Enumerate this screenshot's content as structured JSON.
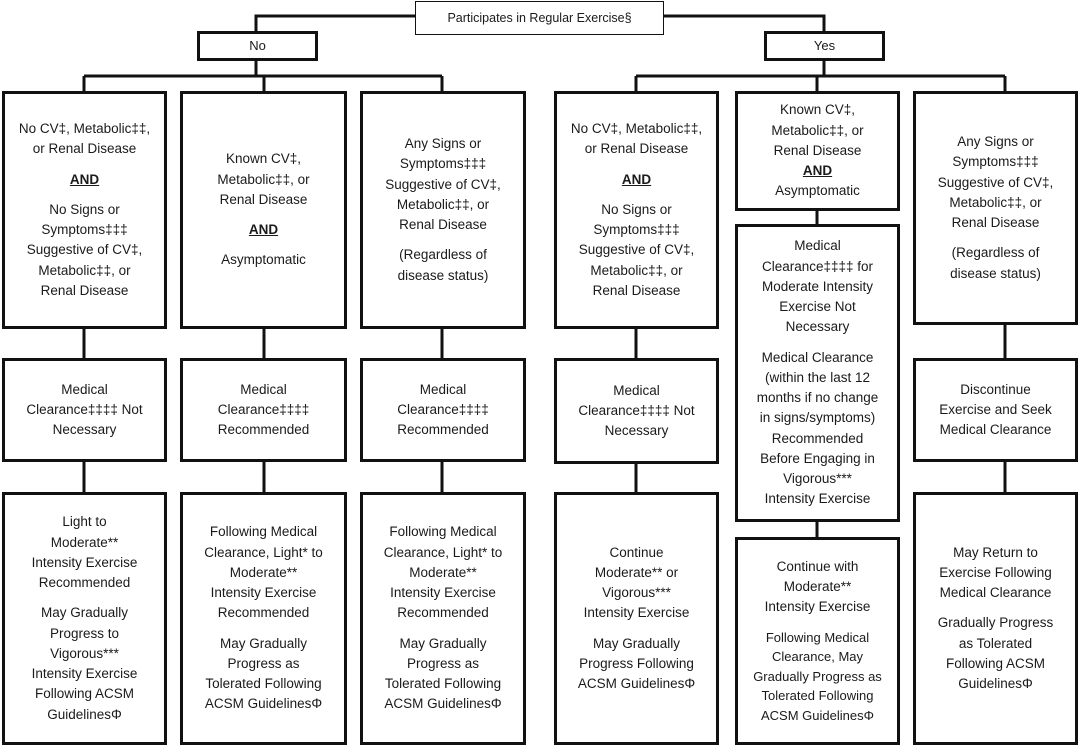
{
  "root": "Participates in Regular Exercise§",
  "branches": {
    "no": "No",
    "yes": "Yes"
  },
  "no_branch": {
    "col1": {
      "top": [
        "No CV‡, Metabolic‡‡,",
        "or Renal Disease",
        "AND",
        "No Signs or",
        "Symptoms‡‡‡",
        "Suggestive of CV‡,",
        "Metabolic‡‡, or",
        "Renal Disease"
      ],
      "middle": [
        "Medical",
        "Clearance‡‡‡‡ Not",
        "Necessary"
      ],
      "bottom": [
        "Light to",
        "Moderate**",
        "Intensity Exercise",
        "Recommended",
        "May Gradually",
        "Progress to",
        "Vigorous***",
        "Intensity Exercise",
        "Following ACSM",
        "GuidelinesΦ"
      ]
    },
    "col2": {
      "top": [
        "Known CV‡,",
        "Metabolic‡‡, or",
        "Renal Disease",
        "AND",
        "Asymptomatic"
      ],
      "middle": [
        "Medical",
        "Clearance‡‡‡‡",
        "Recommended"
      ],
      "bottom": [
        "Following Medical",
        "Clearance, Light* to",
        "Moderate**",
        "Intensity Exercise",
        "Recommended",
        "May Gradually",
        "Progress as",
        "Tolerated Following",
        "ACSM GuidelinesΦ"
      ]
    },
    "col3": {
      "top": [
        "Any Signs or",
        "Symptoms‡‡‡",
        "Suggestive of CV‡,",
        "Metabolic‡‡, or",
        "Renal Disease",
        "(Regardless of",
        "disease status)"
      ],
      "middle": [
        "Medical",
        "Clearance‡‡‡‡",
        "Recommended"
      ],
      "bottom": [
        "Following Medical",
        "Clearance, Light* to",
        "Moderate**",
        "Intensity Exercise",
        "Recommended",
        "May Gradually",
        "Progress as",
        "Tolerated Following",
        "ACSM GuidelinesΦ"
      ]
    }
  },
  "yes_branch": {
    "col4": {
      "top": [
        "No CV‡, Metabolic‡‡,",
        "or Renal Disease",
        "AND",
        "No Signs or",
        "Symptoms‡‡‡",
        "Suggestive of CV‡,",
        "Metabolic‡‡, or",
        "Renal Disease"
      ],
      "middle": [
        "Medical",
        "Clearance‡‡‡‡ Not",
        "Necessary"
      ],
      "bottom": [
        "Continue",
        "Moderate** or",
        "Vigorous***",
        "Intensity Exercise",
        "May Gradually",
        "Progress Following",
        "ACSM GuidelinesΦ"
      ]
    },
    "col5": {
      "top": [
        "Known CV‡,",
        "Metabolic‡‡, or",
        "Renal Disease",
        "AND",
        "Asymptomatic"
      ],
      "middle": [
        "Medical",
        "Clearance‡‡‡‡ for",
        "Moderate Intensity",
        "Exercise Not",
        "Necessary",
        "Medical Clearance",
        "(within the last 12",
        "months if no change",
        "in signs/symptoms)",
        "Recommended",
        "Before Engaging in",
        "Vigorous***",
        "Intensity Exercise"
      ],
      "bottom": [
        "Continue with",
        "Moderate**",
        "Intensity Exercise",
        "Following Medical",
        "Clearance, May",
        "Gradually Progress as",
        "Tolerated Following",
        "ACSM GuidelinesΦ"
      ]
    },
    "col6": {
      "top": [
        "Any Signs or",
        "Symptoms‡‡‡",
        "Suggestive of CV‡,",
        "Metabolic‡‡, or",
        "Renal Disease",
        "(Regardless of",
        "disease status)"
      ],
      "middle": [
        "Discontinue",
        "Exercise and Seek",
        "Medical Clearance"
      ],
      "bottom": [
        "May Return to",
        "Exercise Following",
        "Medical Clearance",
        "Gradually Progress",
        "as Tolerated",
        "Following ACSM",
        "GuidelinesΦ"
      ]
    }
  }
}
